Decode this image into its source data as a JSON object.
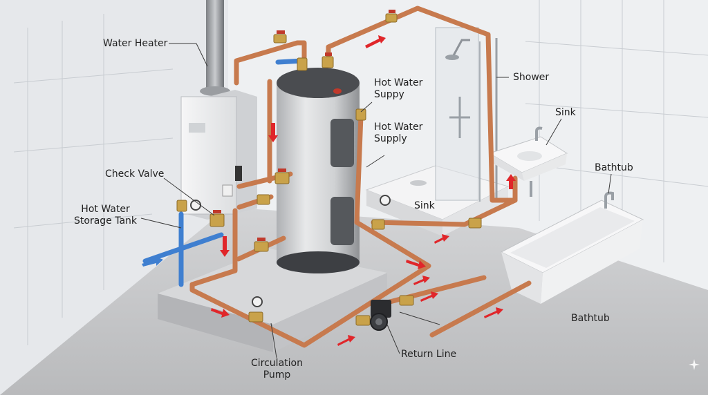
{
  "labels": {
    "water_heater": "Water Heater",
    "hot_water_suppy": [
      "Hot Water",
      "Suppy"
    ],
    "hot_water_supply": [
      "Hot Water",
      "Supply"
    ],
    "shower": "Shower",
    "sink_top": "Sink",
    "bathtub_top": "Bathtub",
    "check_valve": "Check Valve",
    "storage_tank": [
      "Hot Water",
      "Storage Tank"
    ],
    "sink_floor": "Sink",
    "bathtub_floor": "Bathtub",
    "circulation_pump": [
      "Circulation",
      "Pump"
    ],
    "return_line": "Return Line"
  },
  "colors": {
    "copper": "#c77a4e",
    "cold_pipe": "#3f7fd0",
    "flow_arrow": "#e0262a",
    "valve_brass": "#c9a24a",
    "tank_body": "#d9dadc",
    "wall": "#eceef0",
    "floor": "#c9cacc"
  }
}
